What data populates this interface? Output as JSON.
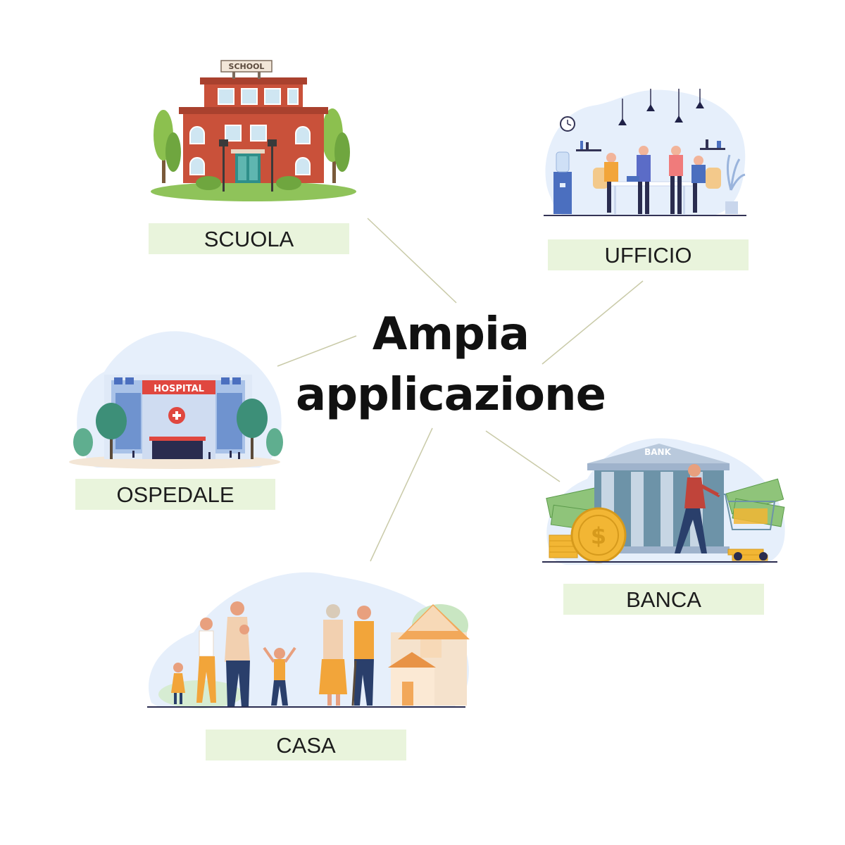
{
  "title": {
    "line1": "Ampia",
    "line2": "applicazione"
  },
  "nodes": {
    "scuola": {
      "label": "SCUOLA",
      "sign": "SCHOOL",
      "icon": "school-building-illustration"
    },
    "ufficio": {
      "label": "UFFICIO",
      "icon": "office-team-illustration"
    },
    "ospedale": {
      "label": "OSPEDALE",
      "sign": "HOSPITAL",
      "icon": "hospital-illustration"
    },
    "banca": {
      "label": "BANCA",
      "sign": "BANK",
      "icon": "bank-illustration"
    },
    "casa": {
      "label": "CASA",
      "icon": "family-house-illustration"
    }
  },
  "colors": {
    "label_bg": "#e9f4dc",
    "connector": "#c9caa8",
    "text": "#111111"
  }
}
